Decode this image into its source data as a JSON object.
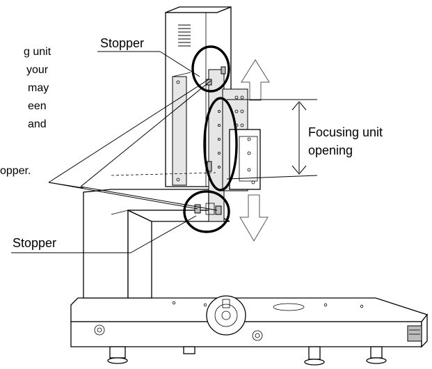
{
  "labels": {
    "stopper_top": "Stopper",
    "stopper_bottom": "Stopper",
    "focusing_unit_opening_line1": "Focusing unit",
    "focusing_unit_opening_line2": "opening"
  },
  "cropped_note_fragments": [
    "g unit",
    "your",
    "may",
    "een",
    "and",
    "opper."
  ]
}
